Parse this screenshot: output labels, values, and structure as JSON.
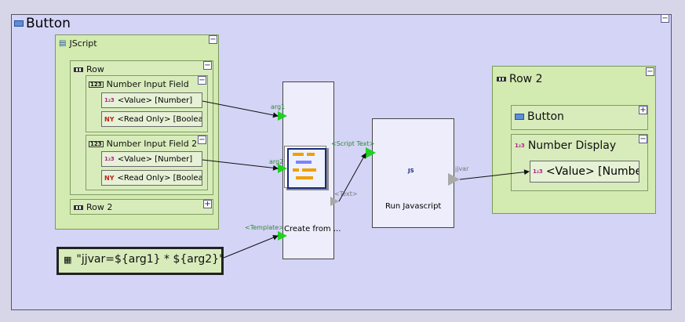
{
  "outer": {
    "title": "Button",
    "collapse": "−"
  },
  "jscript": {
    "title": "JScript",
    "collapse": "−",
    "row": {
      "label": "Row",
      "collapse": "−",
      "fields": [
        {
          "label": "Number Input Field",
          "collapse": "−",
          "value": "<Value> [Number]",
          "readonly": "<Read Only> [Boolean]"
        },
        {
          "label": "Number Input Field 2",
          "collapse": "−",
          "value": "<Value> [Number]",
          "readonly": "<Read Only> [Boolean]"
        }
      ]
    },
    "row2": {
      "label": "Row 2",
      "expand": "+"
    }
  },
  "template_box": {
    "text": "\"jjvar=${arg1} * ${arg2}\""
  },
  "create_node": {
    "label": "Create from ...",
    "ports": {
      "arg1": "arg1",
      "arg2": "arg2",
      "template": "<Template>",
      "text_out": "<Text>"
    }
  },
  "run_node": {
    "label": "Run Javascript",
    "icon_text": "JS",
    "ports": {
      "script_text": "<Script Text>",
      "jjvar": "jjvar"
    }
  },
  "row2_panel": {
    "title": "Row 2",
    "collapse": "−",
    "button": {
      "label": "Button",
      "expand": "+"
    },
    "number_display": {
      "label": "Number Display",
      "collapse": "−",
      "value": "<Value> [Number]"
    }
  },
  "colors": {
    "canvas": "#d4d4f6",
    "container": "#d3eab0",
    "port_green": "#1ed21e",
    "port_grey": "#a9a9a9"
  }
}
